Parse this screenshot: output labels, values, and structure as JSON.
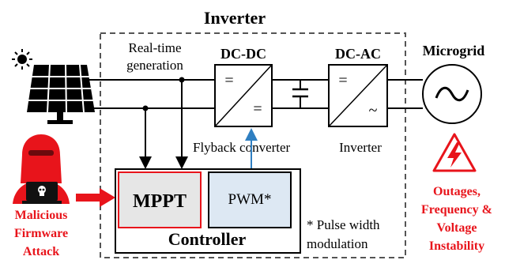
{
  "title": "Inverter",
  "labels": {
    "realtime_line1": "Real-time",
    "realtime_line2": "generation",
    "dcdc": "DC-DC",
    "dcac": "DC-AC",
    "microgrid": "Microgrid",
    "flyback": "Flyback converter",
    "inverter_label": "Inverter",
    "mppt": "MPPT",
    "pwm": "PWM*",
    "controller": "Controller",
    "pwm_note_line1": "* Pulse width",
    "pwm_note_line2": "modulation",
    "attack_line1": "Malicious",
    "attack_line2": "Firmware",
    "attack_line3": "Attack",
    "impact_line1": "Outages,",
    "impact_line2": "Frequency &",
    "impact_line3": "Voltage",
    "impact_line4": "Instability",
    "converter_eq_top": "=",
    "converter_eq_bottom": "=",
    "inverter_eq_top": "=",
    "inverter_tilde": "~",
    "microgrid_tilde": "~"
  },
  "icons": [
    "sun-icon",
    "solar-panel-icon",
    "hacker-icon",
    "laptop-icon",
    "skull-icon",
    "warning-icon",
    "capacitor-icon"
  ],
  "colors": {
    "attack": "#e8141b",
    "control_link": "#2f7fc1",
    "mppt_fill": "#e6e6e6",
    "pwm_fill": "#dde8f3",
    "dashed_border": "#555555"
  }
}
